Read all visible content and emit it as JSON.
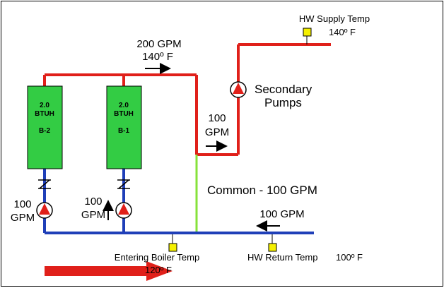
{
  "colors": {
    "supply": "#e0201a",
    "return": "#1f3fb8",
    "common": "#86e23a",
    "boiler_fill": "#33cc44",
    "sensor_fill": "#f5f000",
    "pump_fill": "#e0201a",
    "flow_arrow": "#e0201a"
  },
  "supply_flow": {
    "gpm": "200 GPM",
    "temp": "140º F"
  },
  "hw_supply": {
    "label": "HW Supply Temp",
    "temp": "140º F"
  },
  "secondary_pumps": {
    "line1": "Secondary",
    "line2": "Pumps"
  },
  "secondary_flow": {
    "line1": "100",
    "line2": "GPM"
  },
  "common": {
    "label": "Common - 100 GPM"
  },
  "return_flow": {
    "label": "100 GPM"
  },
  "boilers": [
    {
      "rating": "2.0",
      "unit": "BTUH",
      "tag": "B-2"
    },
    {
      "rating": "2.0",
      "unit": "BTUH",
      "tag": "B-1"
    }
  ],
  "primary_pumps": [
    {
      "line1": "100",
      "line2": "GPM"
    },
    {
      "line1": "100",
      "line2": "GPM"
    }
  ],
  "entering_boiler": {
    "label": "Entering Boiler Temp",
    "temp": "120º F"
  },
  "hw_return": {
    "label": "HW Return Temp",
    "temp": "100º F"
  }
}
